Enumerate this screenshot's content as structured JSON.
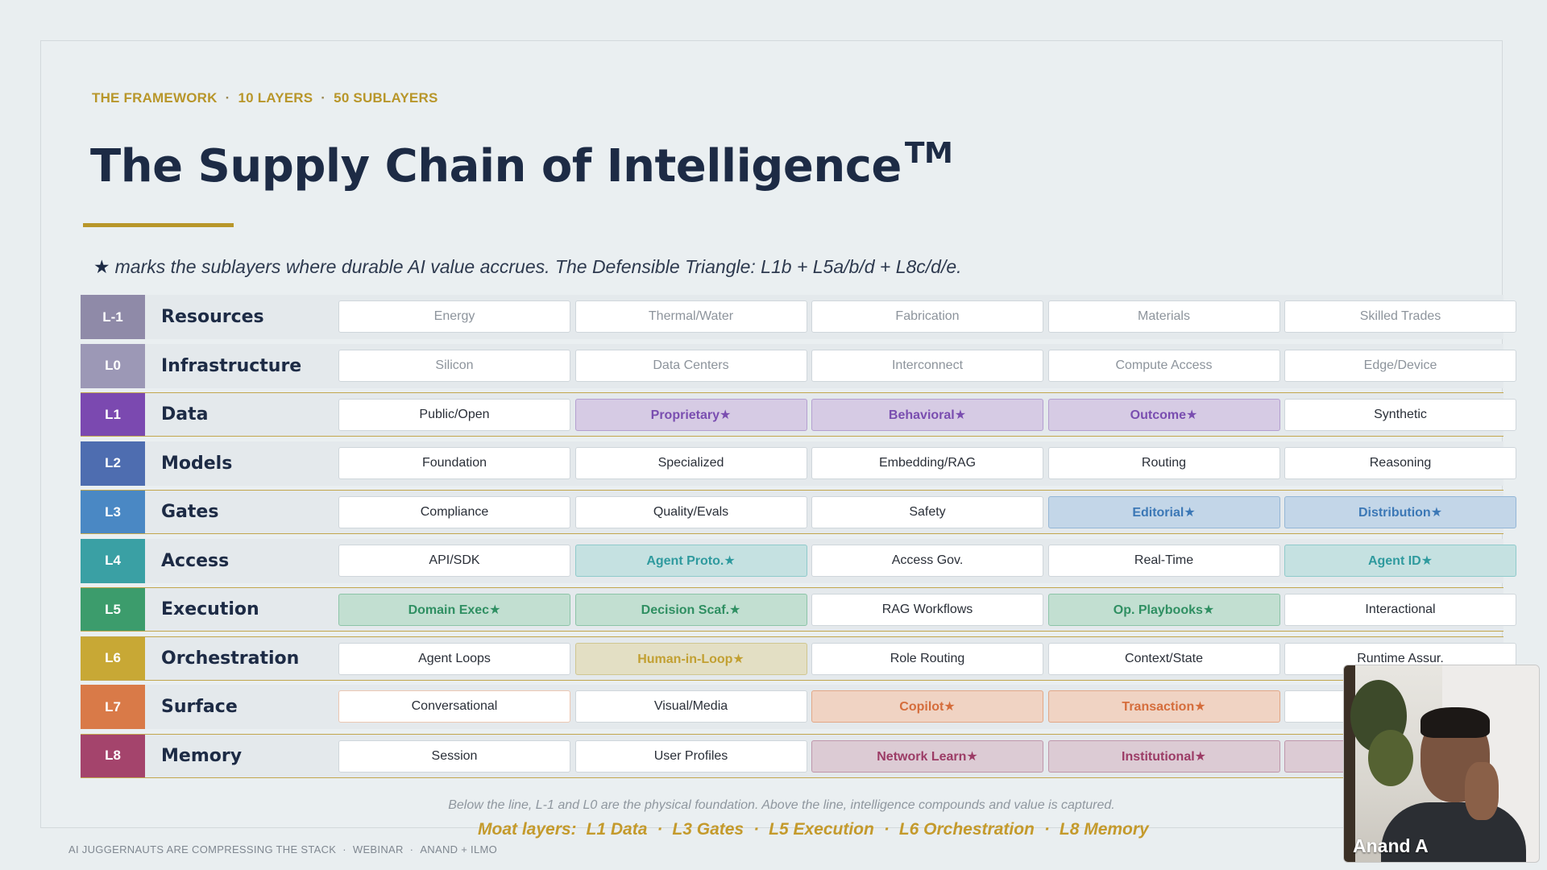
{
  "slide": {
    "kicker": [
      "THE FRAMEWORK",
      "10 LAYERS",
      "50 SUBLAYERS"
    ],
    "kicker_separator": "·",
    "title": "The Supply Chain of Intelligence",
    "title_mark": "TM",
    "subtitle_star": "★",
    "subtitle": "marks the sublayers where durable AI value accrues.  The Defensible Triangle:  L1b + L5a/b/d + L8c/d/e.",
    "layers": [
      {
        "code": "L-1",
        "name": "Resources",
        "color": "#8f8aa8",
        "moat": false,
        "cells": [
          {
            "t": "Energy",
            "s": "faint"
          },
          {
            "t": "Thermal/Water",
            "s": "faint"
          },
          {
            "t": "Fabrication",
            "s": "faint"
          },
          {
            "t": "Materials",
            "s": "faint"
          },
          {
            "t": "Skilled Trades",
            "s": "faint"
          }
        ]
      },
      {
        "code": "L0",
        "name": "Infrastructure",
        "color": "#9c98b6",
        "moat": false,
        "cells": [
          {
            "t": "Silicon",
            "s": "faint"
          },
          {
            "t": "Data Centers",
            "s": "faint"
          },
          {
            "t": "Interconnect",
            "s": "faint"
          },
          {
            "t": "Compute Access",
            "s": "faint"
          },
          {
            "t": "Edge/Device",
            "s": "faint"
          }
        ]
      },
      {
        "code": "L1",
        "name": "Data",
        "color": "#7b49b0",
        "moat": true,
        "cells": [
          {
            "t": "Public/Open"
          },
          {
            "t": "Proprietary★",
            "hl": "#d6cbe4",
            "fg": "#7a4eb0",
            "bd": "#b49fd0"
          },
          {
            "t": "Behavioral★",
            "hl": "#d6cbe4",
            "fg": "#7a4eb0",
            "bd": "#b49fd0"
          },
          {
            "t": "Outcome★",
            "hl": "#d6cbe4",
            "fg": "#7a4eb0",
            "bd": "#b49fd0"
          },
          {
            "t": "Synthetic"
          }
        ]
      },
      {
        "code": "L2",
        "name": "Models",
        "color": "#4e6db0",
        "moat": false,
        "cells": [
          {
            "t": "Foundation"
          },
          {
            "t": "Specialized"
          },
          {
            "t": "Embedding/RAG"
          },
          {
            "t": "Routing"
          },
          {
            "t": "Reasoning"
          }
        ]
      },
      {
        "code": "L3",
        "name": "Gates",
        "color": "#4a88c4",
        "moat": true,
        "cells": [
          {
            "t": "Compliance"
          },
          {
            "t": "Quality/Evals"
          },
          {
            "t": "Safety"
          },
          {
            "t": "Editorial★",
            "hl": "#c3d6e8",
            "fg": "#3c78b6",
            "bd": "#94b6d6"
          },
          {
            "t": "Distribution★",
            "hl": "#c3d6e8",
            "fg": "#3c78b6",
            "bd": "#94b6d6"
          }
        ]
      },
      {
        "code": "L4",
        "name": "Access",
        "color": "#3aa0a4",
        "moat": false,
        "cells": [
          {
            "t": "API/SDK"
          },
          {
            "t": "Agent Proto.★",
            "hl": "#c5e1e1",
            "fg": "#2f9a9e",
            "bd": "#8fcacb"
          },
          {
            "t": "Access Gov."
          },
          {
            "t": "Real-Time"
          },
          {
            "t": "Agent ID★",
            "hl": "#c5e1e1",
            "fg": "#2f9a9e",
            "bd": "#8fcacb"
          }
        ]
      },
      {
        "code": "L5",
        "name": "Execution",
        "color": "#3c9c6c",
        "moat": true,
        "cells": [
          {
            "t": "Domain Exec★",
            "hl": "#c2dfd1",
            "fg": "#2f8f62",
            "bd": "#8cc4a8"
          },
          {
            "t": "Decision Scaf.★",
            "hl": "#c2dfd1",
            "fg": "#2f8f62",
            "bd": "#8cc4a8"
          },
          {
            "t": "RAG Workflows"
          },
          {
            "t": "Op. Playbooks★",
            "hl": "#c2dfd1",
            "fg": "#2f8f62",
            "bd": "#8cc4a8"
          },
          {
            "t": "Interactional"
          }
        ]
      },
      {
        "code": "L6",
        "name": "Orchestration",
        "color": "#c8a835",
        "moat": true,
        "cells": [
          {
            "t": "Agent Loops"
          },
          {
            "t": "Human-in-Loop★",
            "hl": "#e3dfc4",
            "fg": "#c2a032",
            "bd": "#cfc690"
          },
          {
            "t": "Role Routing"
          },
          {
            "t": "Context/State"
          },
          {
            "t": "Runtime Assur."
          }
        ]
      },
      {
        "code": "L7",
        "name": "Surface",
        "color": "#d97a48",
        "moat": false,
        "cells": [
          {
            "t": "Conversational",
            "bd": "#ecc7b2"
          },
          {
            "t": "Visual/Media"
          },
          {
            "t": "Copilot★",
            "hl": "#f0d3c3",
            "fg": "#d56d3c",
            "bd": "#e2a786"
          },
          {
            "t": "Transaction★",
            "hl": "#f0d3c3",
            "fg": "#d56d3c",
            "bd": "#e2a786"
          },
          {
            "t": ""
          }
        ]
      },
      {
        "code": "L8",
        "name": "Memory",
        "color": "#a4446c",
        "moat": true,
        "cells": [
          {
            "t": "Session"
          },
          {
            "t": "User Profiles"
          },
          {
            "t": "Network Learn★",
            "hl": "#dccbd4",
            "fg": "#9c3c66",
            "bd": "#bf96ab"
          },
          {
            "t": "Institutional★",
            "hl": "#dccbd4",
            "fg": "#9c3c66",
            "bd": "#bf96ab"
          },
          {
            "t": "",
            "hl": "#dccbd4",
            "bd": "#bf96ab"
          }
        ]
      }
    ],
    "footnote": "Below the line, L-1 and L0 are the physical foundation.  Above the line, intelligence compounds and value is captured.",
    "moat_label": "Moat layers:",
    "moat_layers": [
      "L1 Data",
      "L3 Gates",
      "L5 Execution",
      "L6 Orchestration",
      "L8 Memory"
    ],
    "credits": [
      "AI JUGGERNAUTS ARE COMPRESSING THE STACK",
      "WEBINAR",
      "ANAND + ILMO"
    ]
  },
  "video_tile": {
    "participant_name": "Anand A"
  }
}
